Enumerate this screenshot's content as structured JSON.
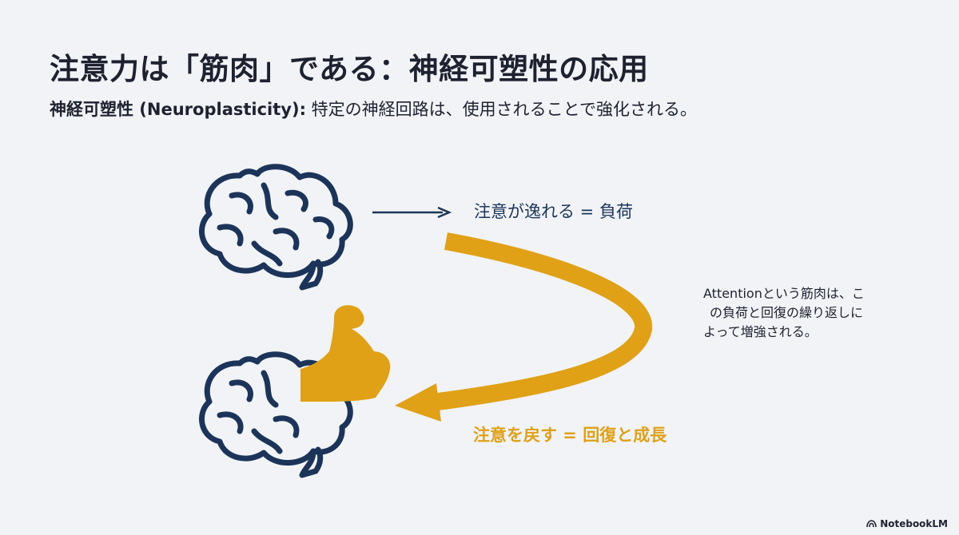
{
  "slide": {
    "title": "注意力は「筋肉」である：神経可塑性の応用",
    "subtitle_term": "神経可塑性 (Neuroplasticity):",
    "subtitle_text": "特定の神経回路は、使用されることで強化される。"
  },
  "diagram": {
    "load_label": "注意が逸れる = 負荷",
    "recover_label": "注意を戻す = 回復と成長",
    "note_lines": [
      "Attentionという筋肉は、こ",
      "の負荷と回復の繰り返しに",
      "よって増強される。"
    ]
  },
  "icons": {
    "top": "brain-icon",
    "bottom": "brain-icon",
    "muscle": "flexed-arm-icon",
    "arrow_small": "right-arrow-icon",
    "arrow_big": "curved-return-arrow-icon"
  },
  "colors": {
    "background": "#f1f3f6",
    "navy": "#1c3459",
    "gold": "#e0a116",
    "text": "#1e2230"
  },
  "brand": {
    "name": "NotebookLM"
  }
}
